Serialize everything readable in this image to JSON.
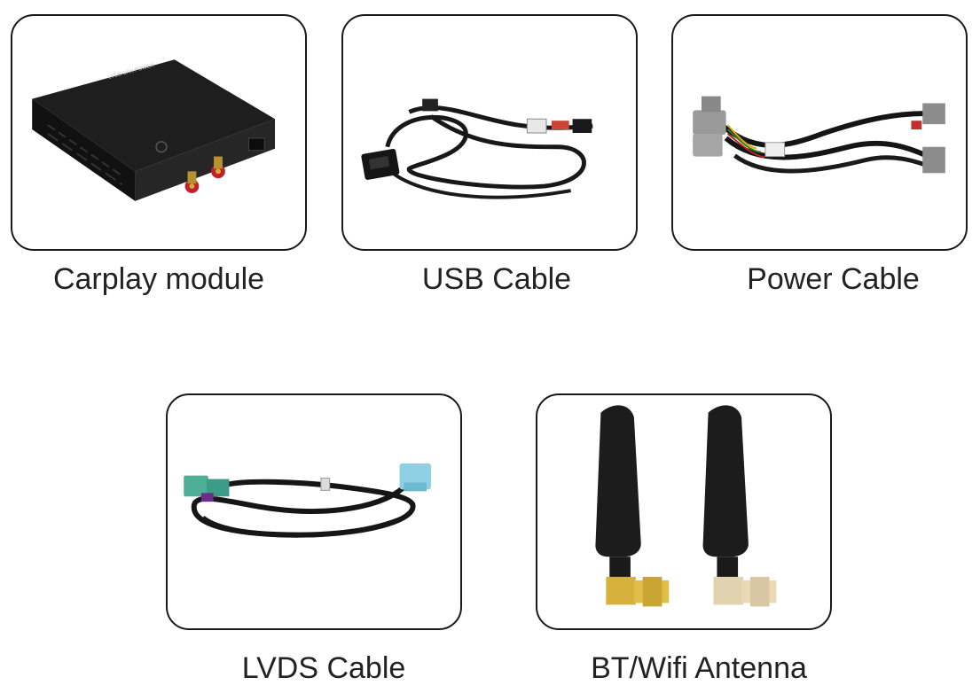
{
  "items": [
    {
      "label": "Carplay module",
      "image": "carplay-module-photo"
    },
    {
      "label": "USB Cable",
      "image": "usb-cable-photo"
    },
    {
      "label": "Power Cable",
      "image": "power-cable-photo"
    },
    {
      "label": "LVDS Cable",
      "image": "lvds-cable-photo"
    },
    {
      "label": "BT/Wifi Antenna",
      "image": "antenna-photo"
    }
  ]
}
